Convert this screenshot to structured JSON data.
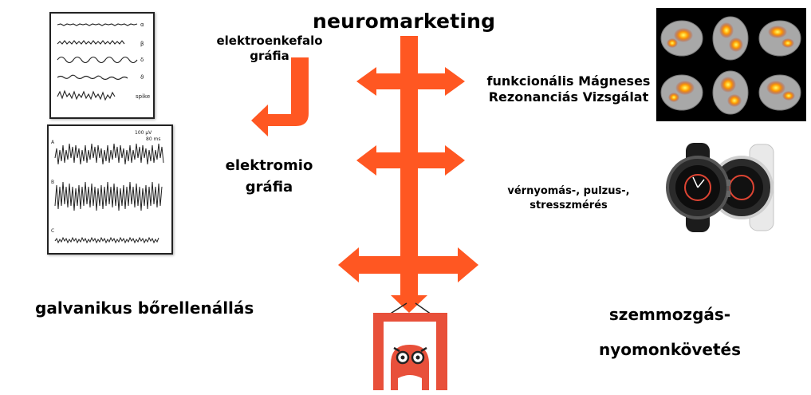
{
  "title": "neuromarketing",
  "labels": {
    "eeg": [
      "elektroenkefalo",
      "gráfia"
    ],
    "emg": [
      "elektromio",
      "gráfia"
    ],
    "fmri": [
      "funkcionális Mágneses",
      "Rezonanciás Vizsgálat"
    ],
    "bp": [
      "vérnyomás-, pulzus-,",
      "stresszmérés"
    ],
    "gsr": "galvanikus bőrellenállás",
    "eye": [
      "szemmozgás-",
      "nyomonkövetés"
    ]
  },
  "eeg_trace_labels": [
    "α",
    "β",
    "δ",
    "ϑ",
    "spike"
  ],
  "emg_scale": [
    "100 μV",
    "80 ms"
  ],
  "emg_row_labels": [
    "A",
    "B",
    "C"
  ],
  "colors": {
    "arrow": "#ff5722",
    "logo": "#e8503a",
    "fmri_bg": "#000000"
  },
  "icons": [
    "brain-scan-image",
    "smartwatch-image",
    "owl-logo-icon"
  ]
}
